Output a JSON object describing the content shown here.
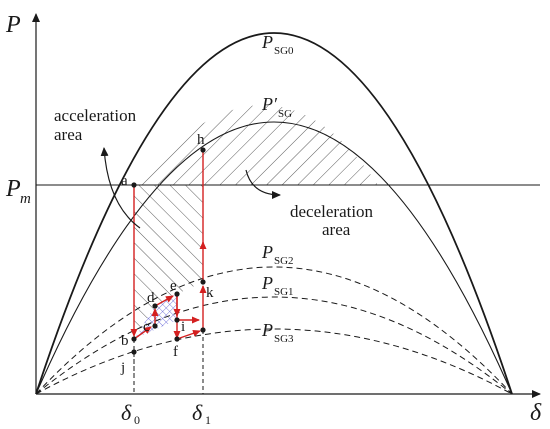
{
  "axes": {
    "y_symbol": "P",
    "x_symbol": "δ",
    "pm_main": "P",
    "pm_sub": "m",
    "delta0_main": "δ",
    "delta0_sub": "0",
    "delta1_main": "δ",
    "delta1_sub": "1"
  },
  "curves": {
    "psg0": {
      "main": "P",
      "sub": "SG0"
    },
    "psg_prime": {
      "main": "P′",
      "sub": "SG"
    },
    "psg2": {
      "main": "P",
      "sub": "SG2"
    },
    "psg1": {
      "main": "P",
      "sub": "SG1"
    },
    "psg3": {
      "main": "P",
      "sub": "SG3"
    }
  },
  "areas": {
    "acceleration_line1": "acceleration",
    "acceleration_line2": "area",
    "deceleration_line1": "deceleration",
    "deceleration_line2": "area"
  },
  "points": {
    "a": "a",
    "b": "b",
    "c": "c",
    "d": "d",
    "e": "e",
    "f": "f",
    "h": "h",
    "i": "i",
    "j": "j",
    "k": "k"
  },
  "colors": {
    "axis": "#1a1a1a",
    "curve": "#1a1a1a",
    "trajectory": "#d42020",
    "hatch": "#333333",
    "crosshatch": "#4a4ad0"
  }
}
